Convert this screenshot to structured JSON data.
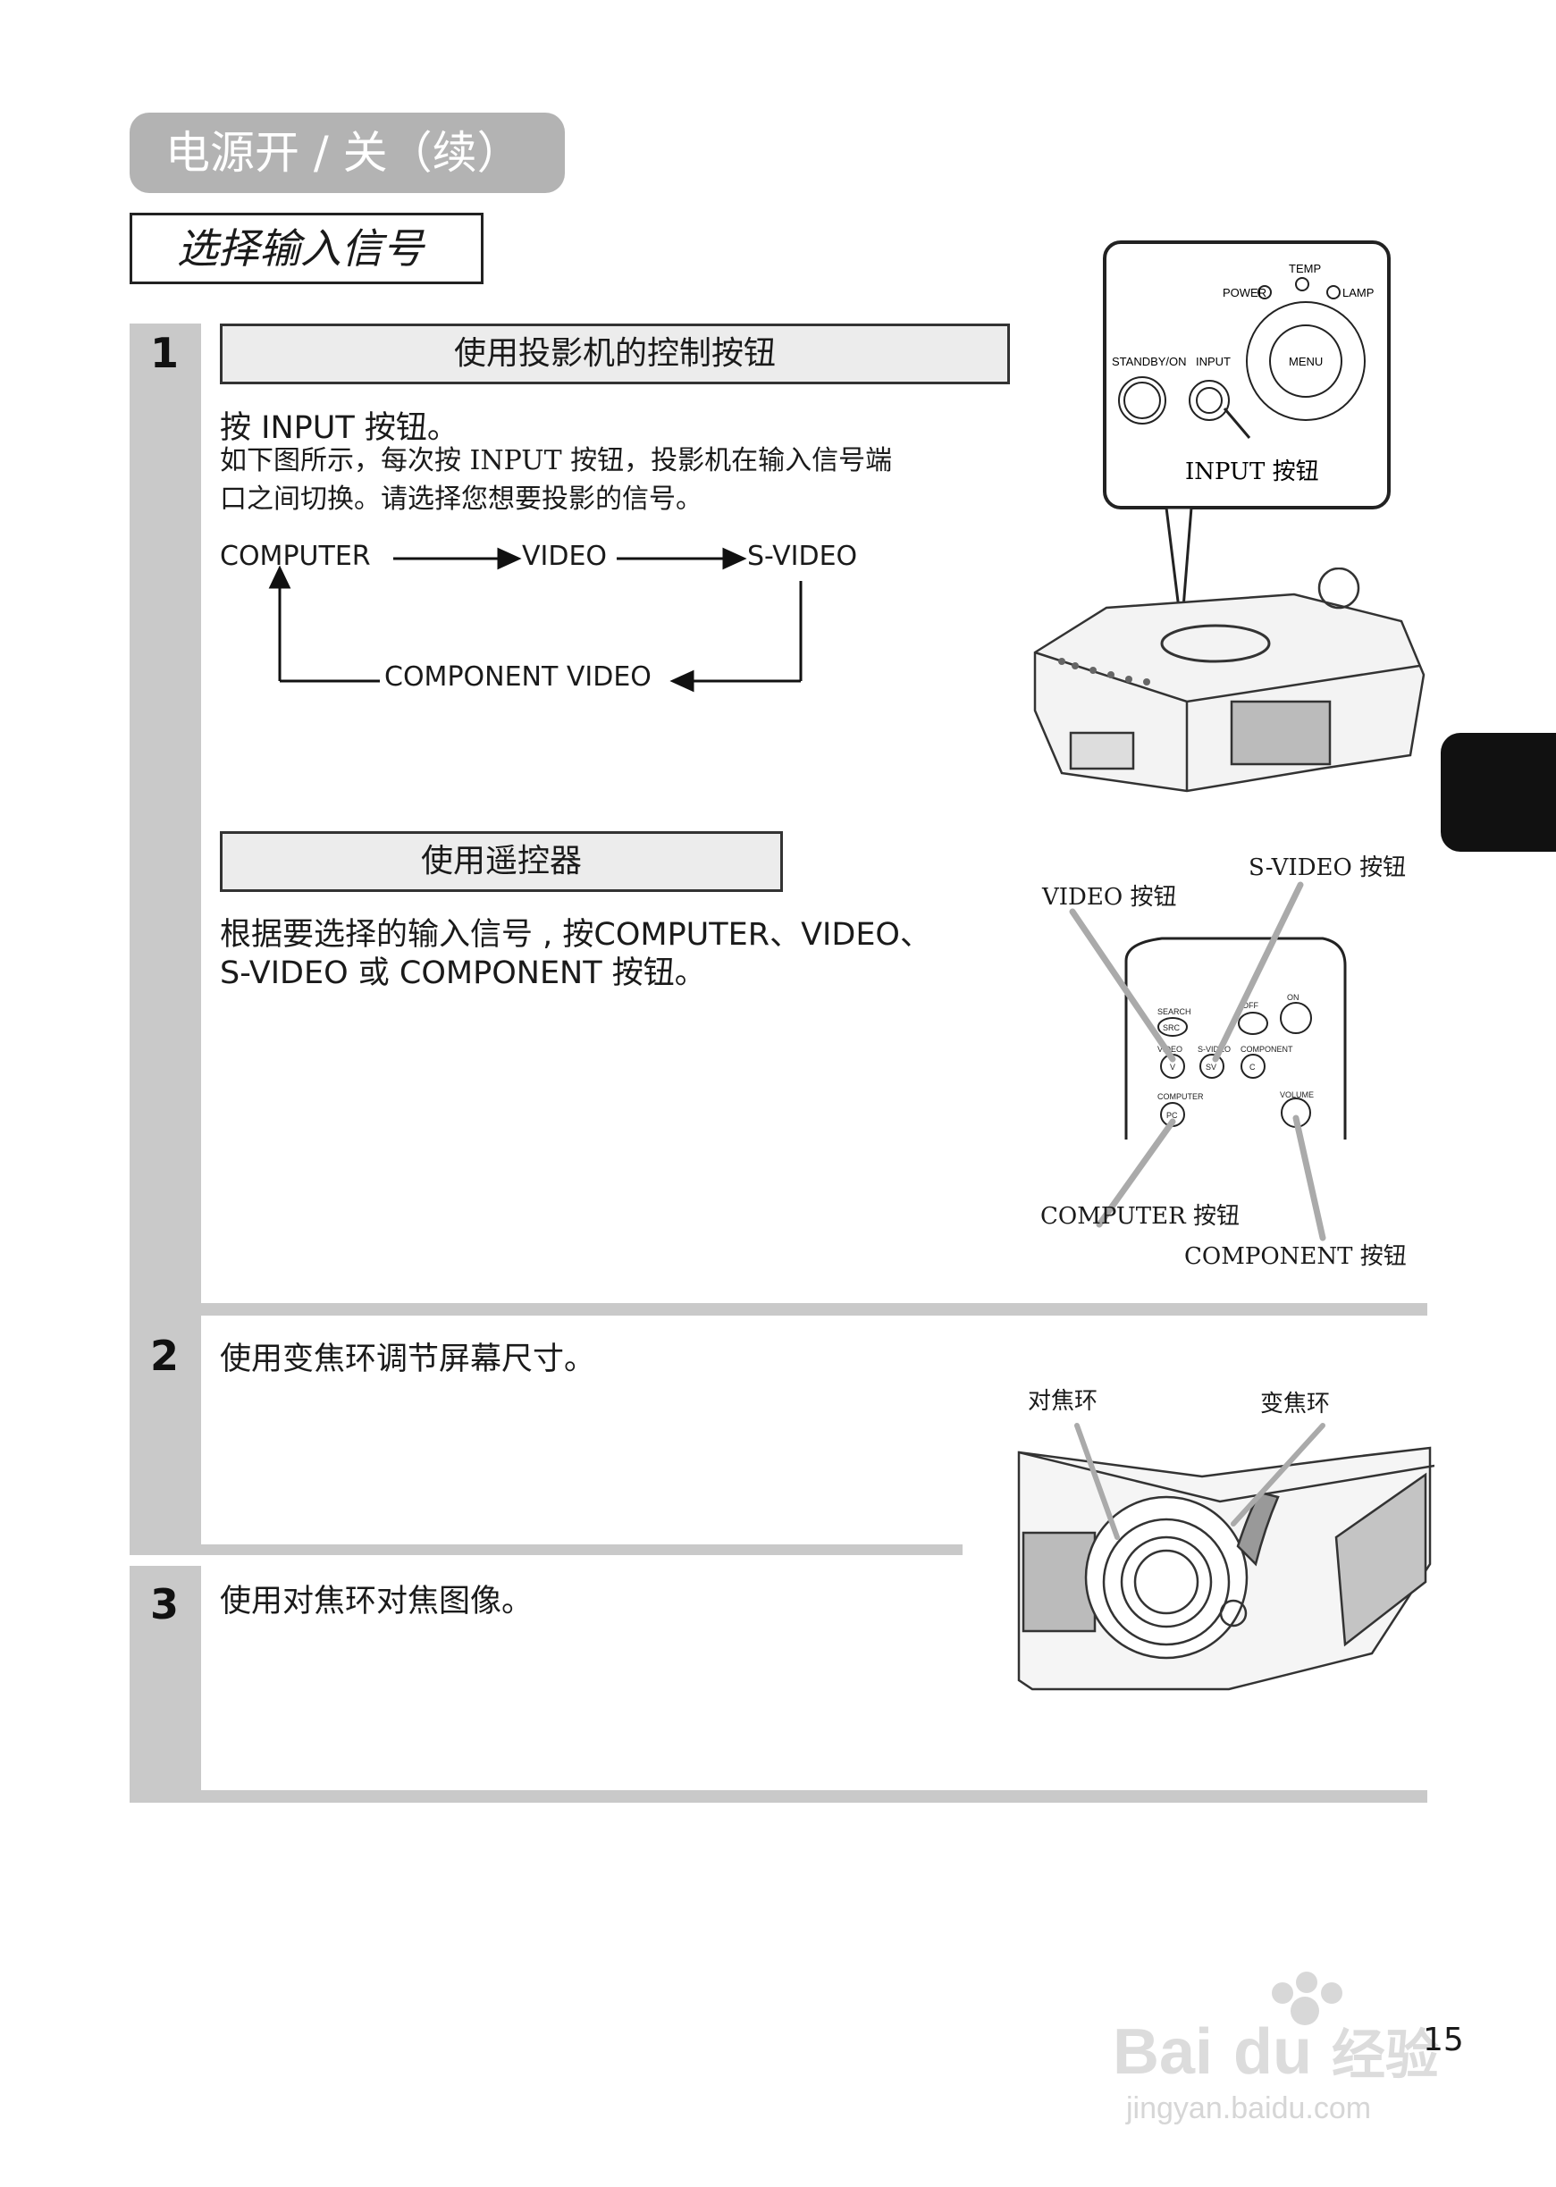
{
  "header": {
    "title": "电源开 / 关（续）"
  },
  "section": {
    "title": "选择输入信号"
  },
  "steps": [
    {
      "number": "1",
      "control_panel": {
        "subhead": "使用投影机的控制按钮",
        "instruction": "按 INPUT 按钮。",
        "description": "如下图所示，每次按 INPUT 按钮，投影机在输入信号端口之间切换。请选择您想要投影的信号。",
        "description_lines": [
          "如下图所示，每次按 INPUT 按钮，投影机在输入信号端",
          "口之间切换。请选择您想要投影的信号。"
        ]
      },
      "flow": {
        "items": [
          "COMPUTER",
          "VIDEO",
          "S-VIDEO",
          "COMPONENT VIDEO"
        ]
      },
      "remote": {
        "subhead": "使用遥控器",
        "instruction_lines": [
          "根据要选择的输入信号 , 按COMPUTER、VIDEO、",
          "S-VIDEO 或 COMPONENT 按钮。"
        ]
      }
    },
    {
      "number": "2",
      "instruction": "使用变焦环调节屏幕尺寸。"
    },
    {
      "number": "3",
      "instruction": "使用对焦环对焦图像。"
    }
  ],
  "panel_illustration": {
    "labels": {
      "power": "POWER",
      "temp": "TEMP",
      "lamp": "LAMP",
      "standby": "STANDBY/ON",
      "input": "INPUT",
      "menu": "MENU"
    },
    "callout": "INPUT 按钮"
  },
  "remote_illustration": {
    "labels": {
      "search": "SEARCH",
      "src": "SRC",
      "off": "OFF",
      "on": "ON",
      "video": "VIDEO",
      "svideo": "S-VIDEO",
      "component": "COMPONENT",
      "computer": "COMPUTER",
      "volume": "VOLUME",
      "v": "V",
      "sv": "SV",
      "c": "C",
      "pc": "PC"
    },
    "callouts": {
      "video": "VIDEO 按钮",
      "svideo": "S-VIDEO 按钮",
      "computer": "COMPUTER 按钮",
      "component": "COMPONENT 按钮"
    }
  },
  "lens_illustration": {
    "callouts": {
      "focus": "对焦环",
      "zoom": "变焦环"
    }
  },
  "watermark": {
    "line1": "Bai",
    "line2": "du",
    "line3": "经验",
    "url": "jingyan.baidu.com"
  },
  "page": {
    "number": "15"
  }
}
